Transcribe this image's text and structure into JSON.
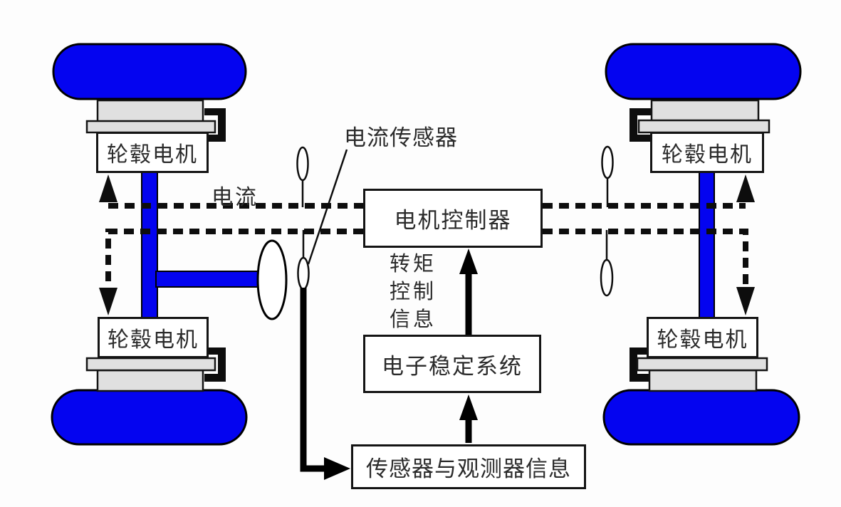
{
  "diagram": {
    "boxes": {
      "hub_motor": "轮毂电机",
      "motor_controller": "电机控制器",
      "stability_system": "电子稳定系统",
      "sensor_observer_info": "传感器与观测器信息"
    },
    "labels": {
      "current_sensor": "电流传感器",
      "current": "电流",
      "torque_info_lines": [
        "转矩",
        "控制",
        "信息"
      ]
    },
    "colors": {
      "wheel_blue": "#0404f0",
      "hub_gray": "#e0e0e0",
      "line_black": "#0d0d0d",
      "box_border": "#141414",
      "background": "#fdfdfd"
    }
  }
}
